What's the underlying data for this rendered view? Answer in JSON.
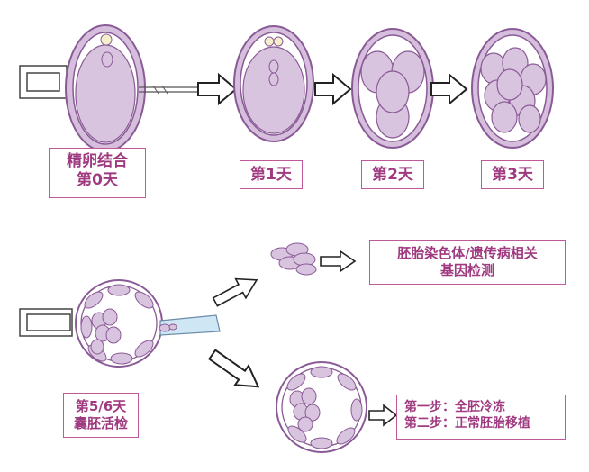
{
  "colors": {
    "accent": "#c0599a",
    "text": "#a03a80",
    "cell_fill": "#d9c4df",
    "cell_stroke": "#8a5a96",
    "shell": "#bfa5c9"
  },
  "labels": {
    "fertilization": [
      "精卵结合",
      "第0天"
    ],
    "day1": "第1天",
    "day2": "第2天",
    "day3": "第3天",
    "biopsy": [
      "第5/6天",
      "囊胚活检"
    ],
    "genetic_test": [
      "胚胎染色体/遗传病相关",
      "基因检测"
    ],
    "steps": [
      "第一步：全胚冷冻",
      "第二步：正常胚胎移植"
    ]
  }
}
